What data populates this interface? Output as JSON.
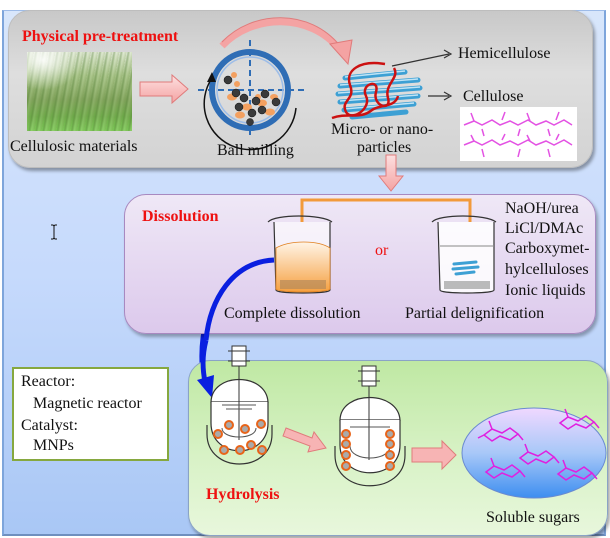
{
  "sections": {
    "pretreatment": {
      "title": "Physical pre-treatment",
      "labels": {
        "materials": "Cellulosic materials",
        "milling": "Ball milling",
        "particles_line1": "Micro- or nano-",
        "particles_line2": "particles",
        "hemicellulose": "Hemicellulose",
        "cellulose": "Cellulose"
      }
    },
    "dissolution": {
      "title": "Dissolution",
      "or_label": "or",
      "complete": "Complete dissolution",
      "partial": "Partial delignification",
      "solvents": [
        "NaOH/urea",
        "LiCl/DMAc",
        "Carboxymet-",
        "hylcelluloses",
        "Ionic liquids"
      ]
    },
    "hydrolysis": {
      "title": "Hydrolysis",
      "product": "Soluble sugars"
    }
  },
  "infobox": {
    "lines": [
      "Reactor:",
      "Magnetic reactor",
      "Catalyst:",
      "MNPs"
    ]
  },
  "colors": {
    "title_red": "#ee1111",
    "arrow_pink": "#f7b4b4",
    "mill_blue": "#2f6db5",
    "connector_orange": "#f29a3a",
    "flow_blue": "#0a1fe0",
    "sugar_magenta": "#e020e0",
    "mnp_orange": "#e8641a"
  }
}
